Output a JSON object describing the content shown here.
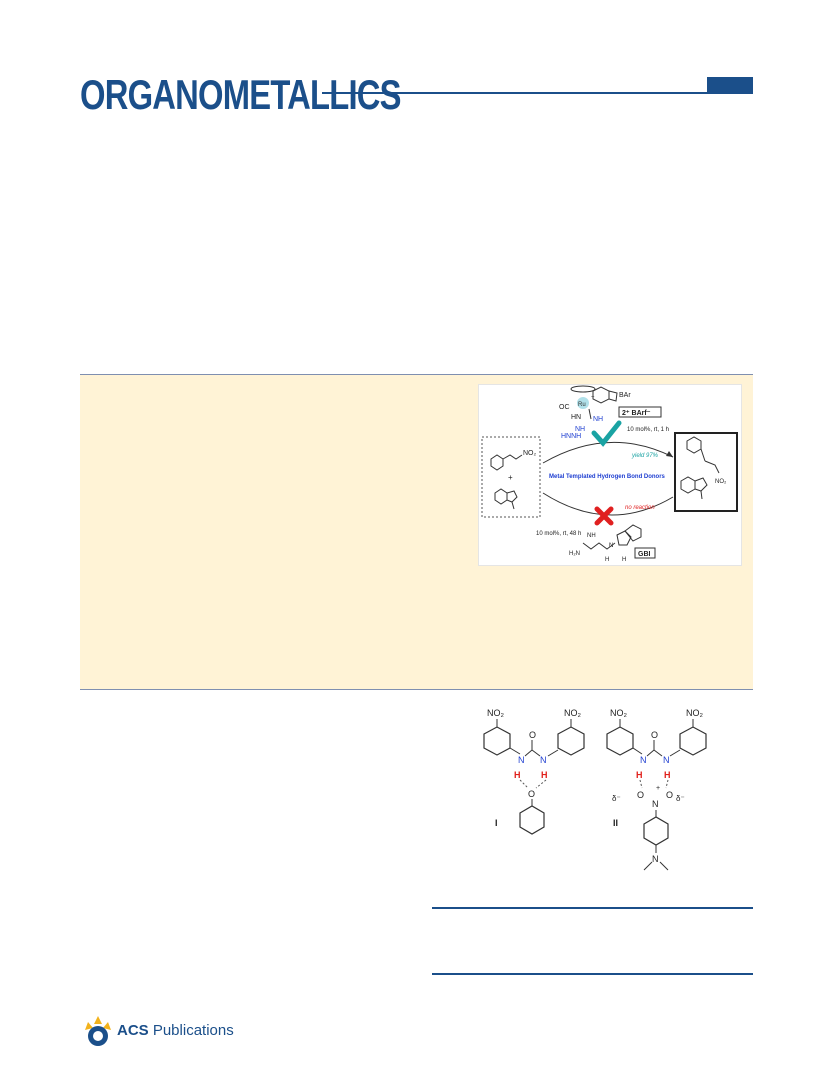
{
  "journal": {
    "title": "ORGANOMETALLICS"
  },
  "toc_graphic": {
    "counterion_top": "BAr",
    "counterion_sub": "f",
    "counterion_sup": "−",
    "co_label": "OC",
    "ru_label": "Ru",
    "charge": "+",
    "nh1": "NH",
    "hn1": "HN",
    "nh2": "NH",
    "hnnh": "HNNH",
    "catalyst_box": "2⁺ BArf⁻",
    "cond_top": "10 mol%, rt, 1 h",
    "yield": "yield 97%",
    "center_label": "Metal Templated Hydrogen Bond Donors",
    "no_reaction": "no reaction",
    "cond_bottom": "10 mol%, rt, 48 h",
    "nitro_reactant": "NO₂",
    "plus": "+",
    "nitro_product": "NO₂",
    "gbi_nh": "NH",
    "gbi_h2n": "H₂N",
    "gbi_n": "N",
    "gbi_h1": "H",
    "gbi_h2": "H",
    "gbi_box": "GBI"
  },
  "figure_nitro": {
    "no2_a": "NO₂",
    "no2_b": "NO₂",
    "no2_c": "NO₂",
    "no2_d": "NO₂",
    "o_a": "O",
    "o_b": "O",
    "n_a": "N",
    "n_b": "N",
    "n_c": "N",
    "n_d": "N",
    "h_a": "H",
    "h_b": "H",
    "h_c": "H",
    "h_d": "H",
    "ketone_o": "O",
    "nitro_n": "N",
    "nitro_o1": "O",
    "nitro_o2": "O",
    "delta_left": "δ⁻",
    "delta_right": "δ⁻",
    "plus": "+",
    "amine_n": "N",
    "label_I": "I",
    "label_II": "II"
  },
  "footer": {
    "publisher_bold": "ACS",
    "publisher_rest": " Publications"
  },
  "colors": {
    "brand": "#1b4f8a",
    "abstract_bg": "#fff3d6",
    "nh_blue": "#1f3fd1",
    "h_red": "#e0201b",
    "check": "#1aa3a3",
    "cross": "#e02020"
  }
}
